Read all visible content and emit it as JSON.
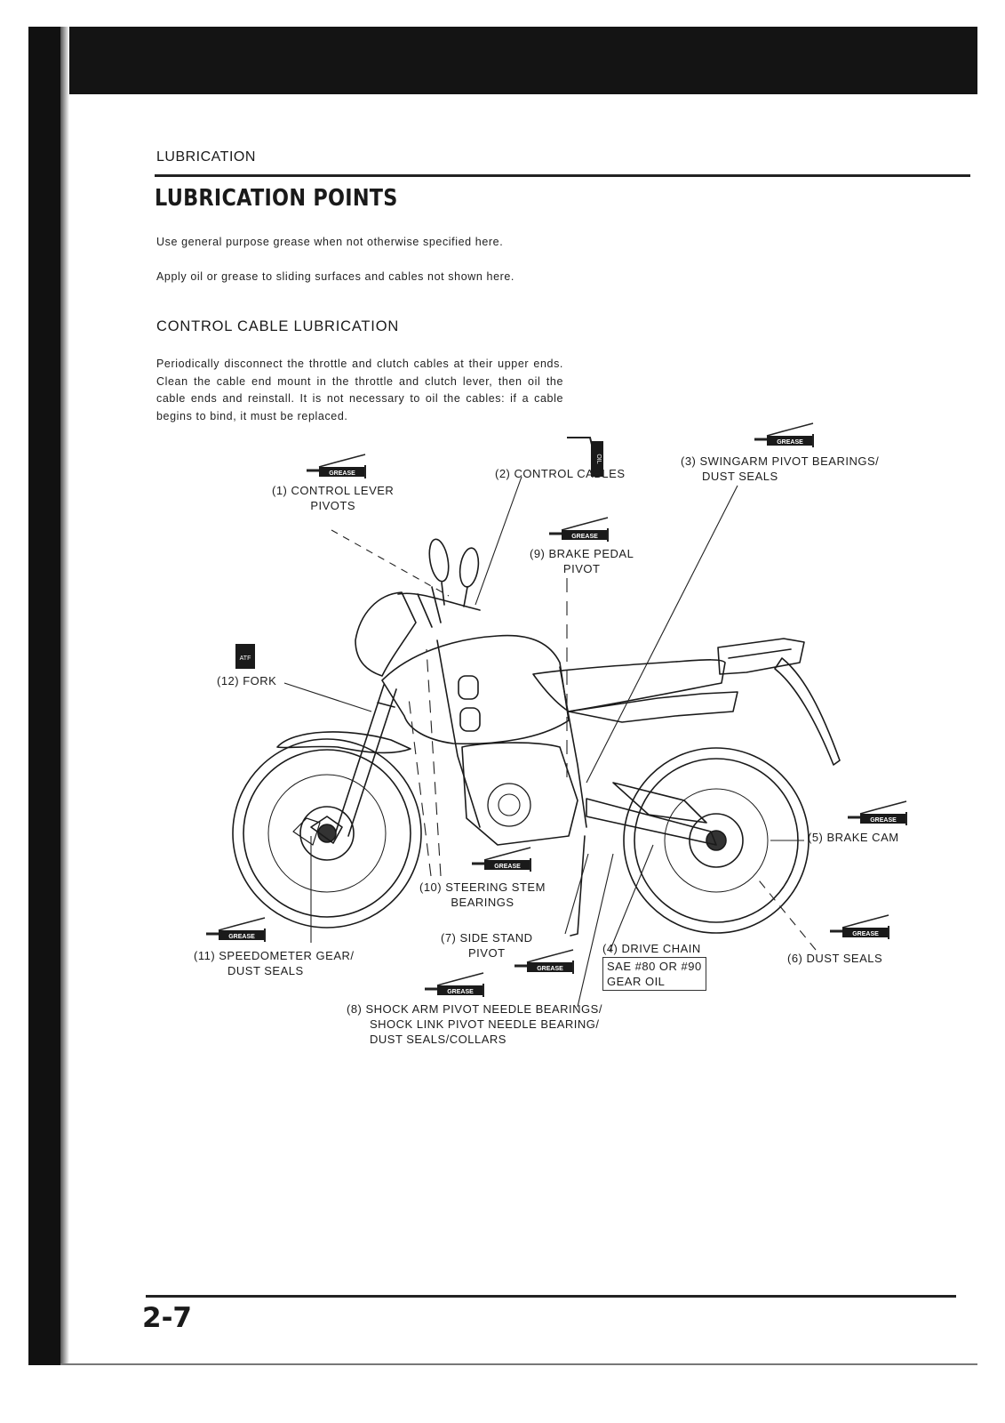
{
  "header": {
    "section": "LUBRICATION"
  },
  "title": "LUBRICATION POINTS",
  "intro": {
    "p1": "Use general purpose grease when not otherwise specified here.",
    "p2": "Apply oil or grease to sliding surfaces and cables not shown here."
  },
  "control_cable": {
    "heading": "CONTROL CABLE LUBRICATION",
    "text": "Periodically disconnect the throttle and clutch cables at their upper ends. Clean the cable end mount in the throttle and clutch lever, then oil the cable ends and reinstall. It is not necessary to oil the cables: if a cable begins to bind, it must be replaced."
  },
  "icons": {
    "grease": "GREASE",
    "oil": "OIL",
    "atf": "ATF"
  },
  "callouts": {
    "c1": [
      "(1) CONTROL LEVER",
      "PIVOTS"
    ],
    "c2": [
      "(2) CONTROL CABLES"
    ],
    "c3": [
      "(3) SWINGARM PIVOT BEARINGS/",
      "DUST SEALS"
    ],
    "c9": [
      "(9) BRAKE PEDAL",
      "PIVOT"
    ],
    "c12": [
      "(12) FORK"
    ],
    "c5": [
      "(5) BRAKE CAM"
    ],
    "c10": [
      "(10) STEERING STEM",
      "BEARINGS"
    ],
    "c11": [
      "(11) SPEEDOMETER GEAR/",
      "DUST SEALS"
    ],
    "c7": [
      "(7) SIDE STAND",
      "PIVOT"
    ],
    "c4": {
      "title": "(4) DRIVE CHAIN",
      "spec1": "SAE #80 OR #90",
      "spec2": "GEAR OIL"
    },
    "c6": [
      "(6) DUST SEALS"
    ],
    "c8": [
      "(8) SHOCK ARM PIVOT NEEDLE BEARINGS/",
      "SHOCK LINK PIVOT NEEDLE BEARING/",
      "DUST SEALS/COLLARS"
    ]
  },
  "page_number": "2-7"
}
